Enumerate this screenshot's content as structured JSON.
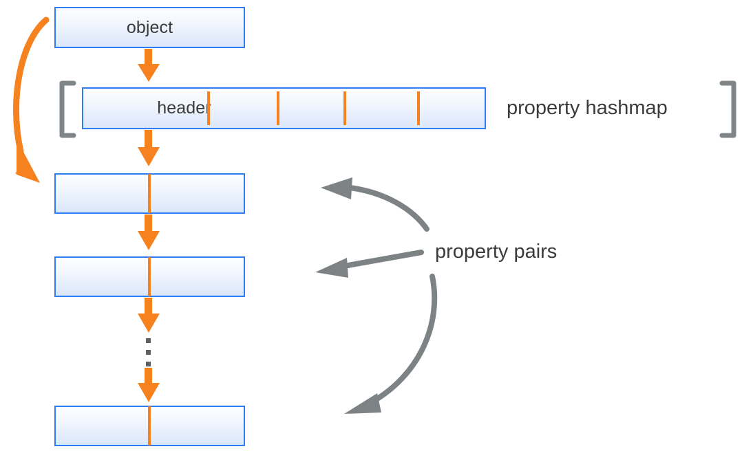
{
  "diagram": {
    "title_nodes": {
      "object": "object",
      "header": "header"
    },
    "captions": {
      "hashmap": "property hashmap",
      "pairs": "property pairs"
    },
    "property_pair_boxes": [
      {
        "label": ""
      },
      {
        "label": ""
      },
      {
        "label": ""
      }
    ],
    "header_tick_count": 4,
    "ellipsis_dot_count": 3,
    "colors": {
      "box_border": "#2f7df6",
      "box_fill_top": "#fdfeff",
      "box_fill_bottom": "#dbe7fb",
      "orange_arrow": "#f5821f",
      "gray_arrow": "#7d8285",
      "bracket_gray": "#808588",
      "text": "#3b3b3b",
      "background": "#ffffff"
    },
    "icons": {
      "down_arrow": "orange-down-arrow-icon",
      "curved_arrow": "orange-curved-arrow-icon",
      "callout_arrow": "gray-callout-arrow-icon",
      "left_bracket": "gray-left-bracket-icon",
      "right_bracket": "gray-right-bracket-icon",
      "ellipsis": "vertical-ellipsis-icon"
    }
  }
}
